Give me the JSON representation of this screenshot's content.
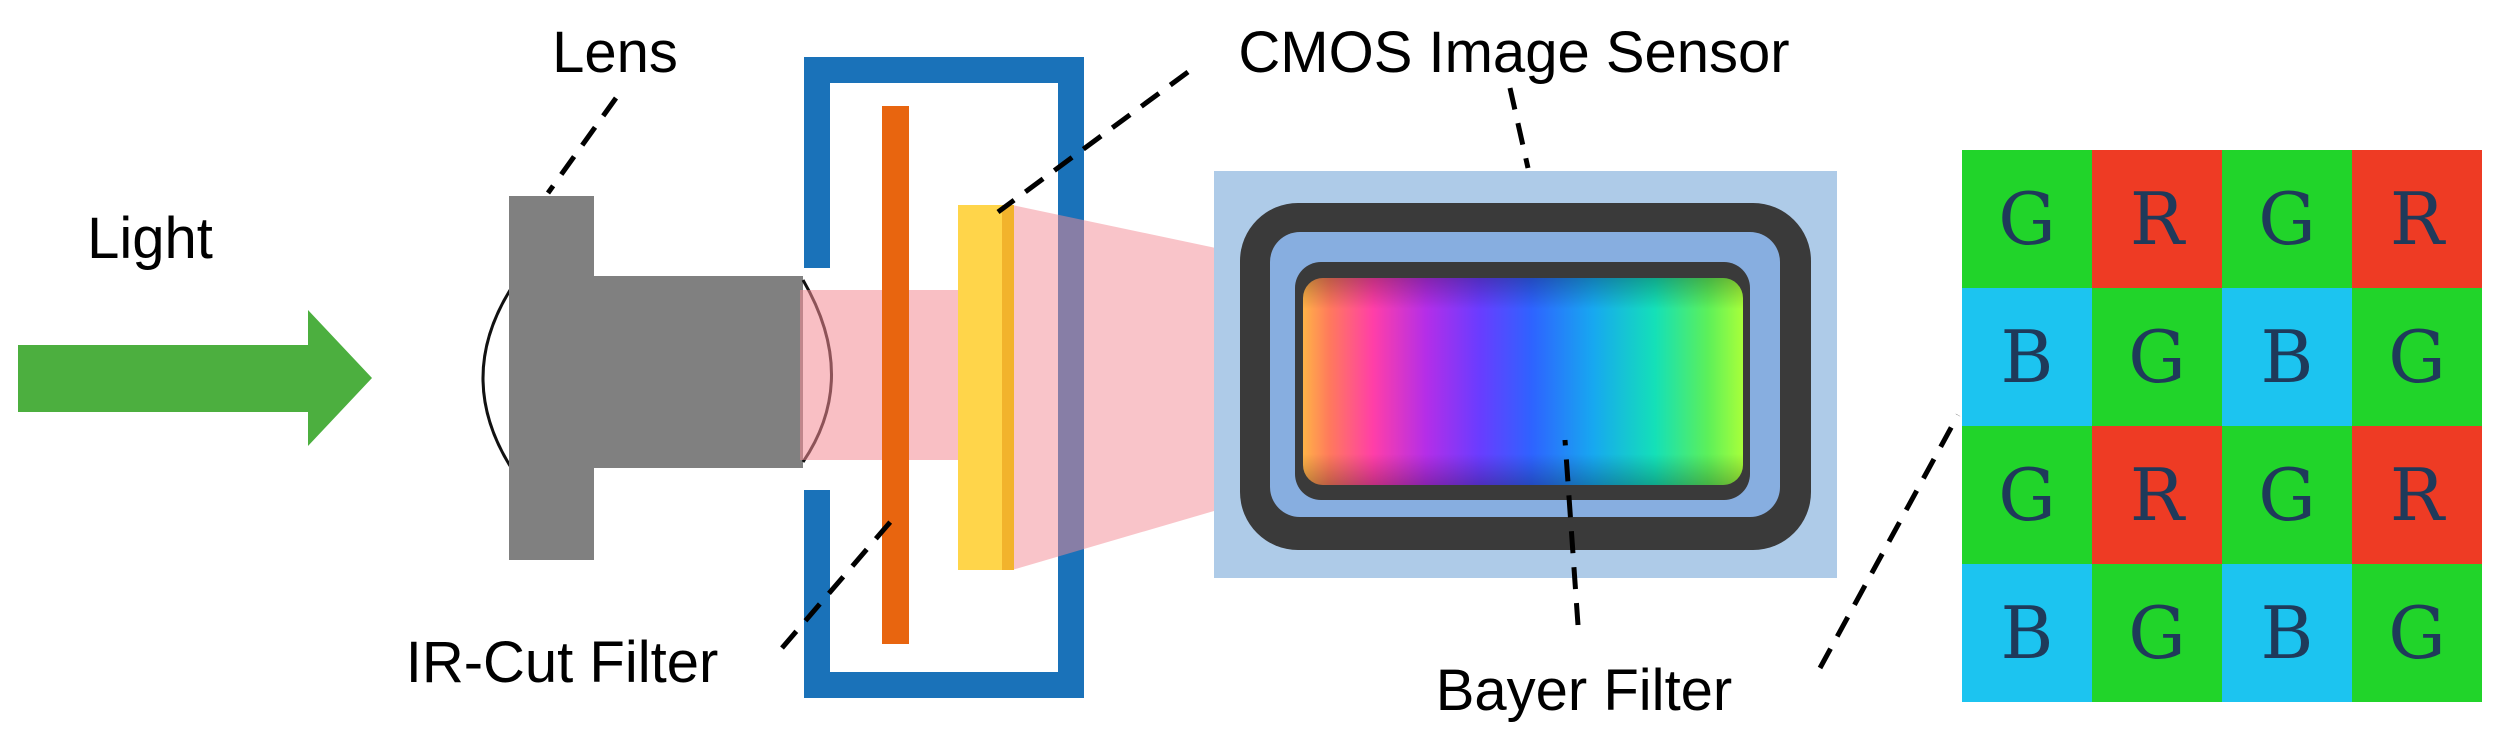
{
  "labels": {
    "light": "Light",
    "lens": "Lens",
    "cmos": "CMOS Image Sensor",
    "ir_cut": "IR-Cut Filter",
    "bayer": "Bayer Filter"
  },
  "bayer_grid": [
    [
      "G",
      "R",
      "G",
      "R"
    ],
    [
      "B",
      "G",
      "B",
      "G"
    ],
    [
      "G",
      "R",
      "G",
      "R"
    ],
    [
      "B",
      "G",
      "B",
      "G"
    ]
  ],
  "colors": {
    "arrow": "#4caf3f",
    "lens_body": "#808080",
    "housing": "#1a72b9",
    "ir_filter": "#e8650f",
    "sensor_glass": "#ffd54a",
    "light_beam": "#f48a93",
    "chip_substrate": "#aecbe8",
    "chip_frame": "#3a3a3a",
    "chip_inner": "#87aee0",
    "bayer_G": "#21d42a",
    "bayer_R": "#ee3b24",
    "bayer_B": "#1cc4f0"
  }
}
